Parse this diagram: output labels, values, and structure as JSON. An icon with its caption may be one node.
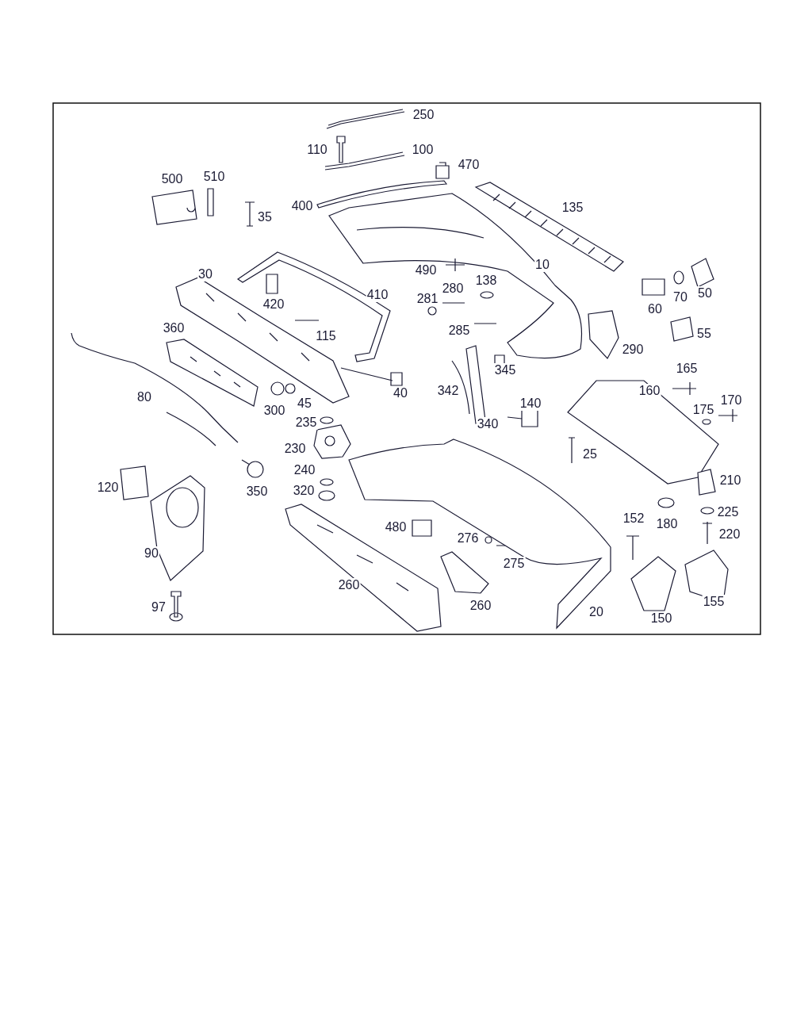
{
  "diagram": {
    "labels": [
      "250",
      "110",
      "100",
      "470",
      "510",
      "500",
      "135",
      "400",
      "35",
      "10",
      "490",
      "30",
      "138",
      "280",
      "50",
      "410",
      "70",
      "281",
      "420",
      "60",
      "360",
      "55",
      "285",
      "115",
      "290",
      "165",
      "345",
      "342",
      "40",
      "160",
      "80",
      "170",
      "45",
      "140",
      "175",
      "300",
      "235",
      "340",
      "230",
      "25",
      "240",
      "210",
      "120",
      "350",
      "320",
      "225",
      "152",
      "180",
      "480",
      "220",
      "276",
      "90",
      "275",
      "260",
      "155",
      "260",
      "97",
      "20",
      "150"
    ]
  }
}
